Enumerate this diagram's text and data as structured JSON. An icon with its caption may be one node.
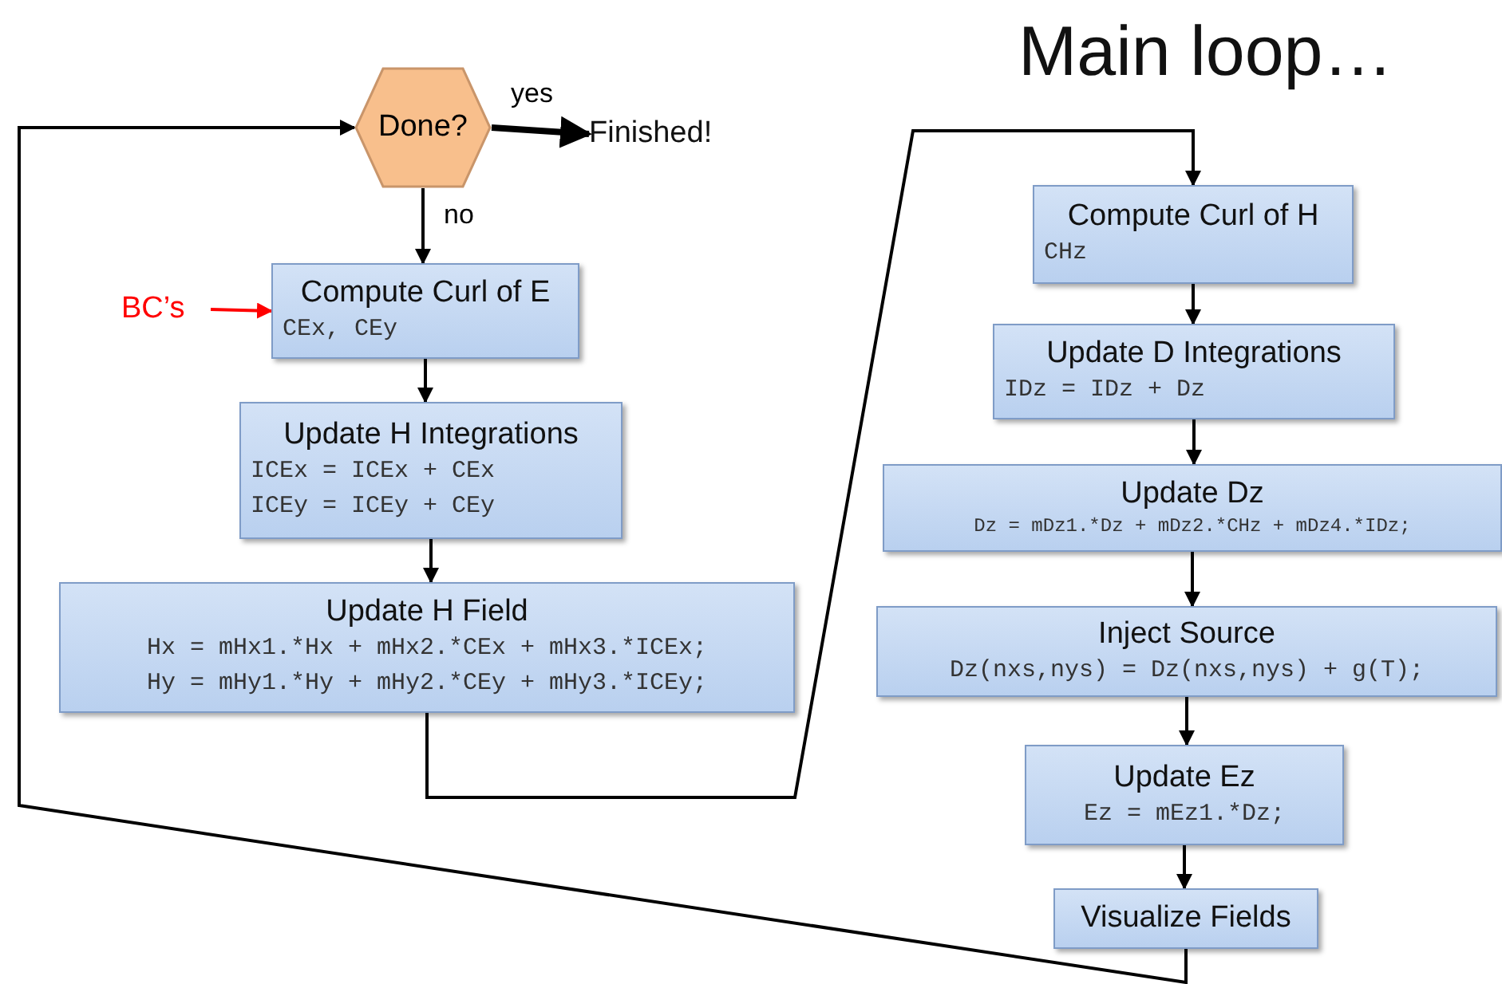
{
  "diagram": {
    "title": "Main loop…",
    "nodes": [
      {
        "text": [
          "Done?"
        ]
      },
      {
        "text": [
          "Finished!"
        ]
      },
      {
        "text": [
          "BC’s"
        ]
      },
      {
        "text": [
          "Compute Curl of E",
          "CEx, CEy"
        ]
      },
      {
        "text": [
          "Update H Integrations",
          "ICEx = ICEx + CEx",
          "ICEy = ICEy + CEy"
        ]
      },
      {
        "text": [
          "Update H Field",
          "Hx = mHx1.*Hx + mHx2.*CEx + mHx3.*ICEx;",
          "Hy = mHy1.*Hy + mHy2.*CEy + mHy3.*ICEy;"
        ]
      },
      {
        "text": [
          "Compute Curl of H",
          "CHz"
        ]
      },
      {
        "text": [
          "Update D Integrations",
          "IDz = IDz + Dz"
        ]
      },
      {
        "text": [
          "Update Dz",
          "Dz = mDz1.*Dz + mDz2.*CHz + mDz4.*IDz;"
        ]
      },
      {
        "text": [
          "Inject Source",
          "Dz(nxs,nys) = Dz(nxs,nys) + g(T);"
        ]
      },
      {
        "text": [
          "Update Ez",
          "Ez = mEz1.*Dz;"
        ]
      },
      {
        "text": [
          "Visualize Fields"
        ]
      }
    ],
    "edges": [
      {
        "from": 0,
        "to": 1,
        "arrow": "to",
        "label": "yes",
        "style": "thick"
      },
      {
        "from": 0,
        "to": 3,
        "arrow": "to",
        "label": "no"
      },
      {
        "from": 2,
        "to": 3,
        "arrow": "to",
        "color": "#ff0000"
      },
      {
        "from": 3,
        "to": 4,
        "arrow": "to"
      },
      {
        "from": 4,
        "to": 5,
        "arrow": "to"
      },
      {
        "from": 5,
        "to": 6,
        "arrow": "to"
      },
      {
        "from": 6,
        "to": 7,
        "arrow": "to"
      },
      {
        "from": 7,
        "to": 8,
        "arrow": "to"
      },
      {
        "from": 8,
        "to": 9,
        "arrow": "to"
      },
      {
        "from": 9,
        "to": 10,
        "arrow": "to"
      },
      {
        "from": 10,
        "to": 11,
        "arrow": "to"
      },
      {
        "from": 11,
        "to": 0,
        "arrow": "to"
      }
    ]
  }
}
